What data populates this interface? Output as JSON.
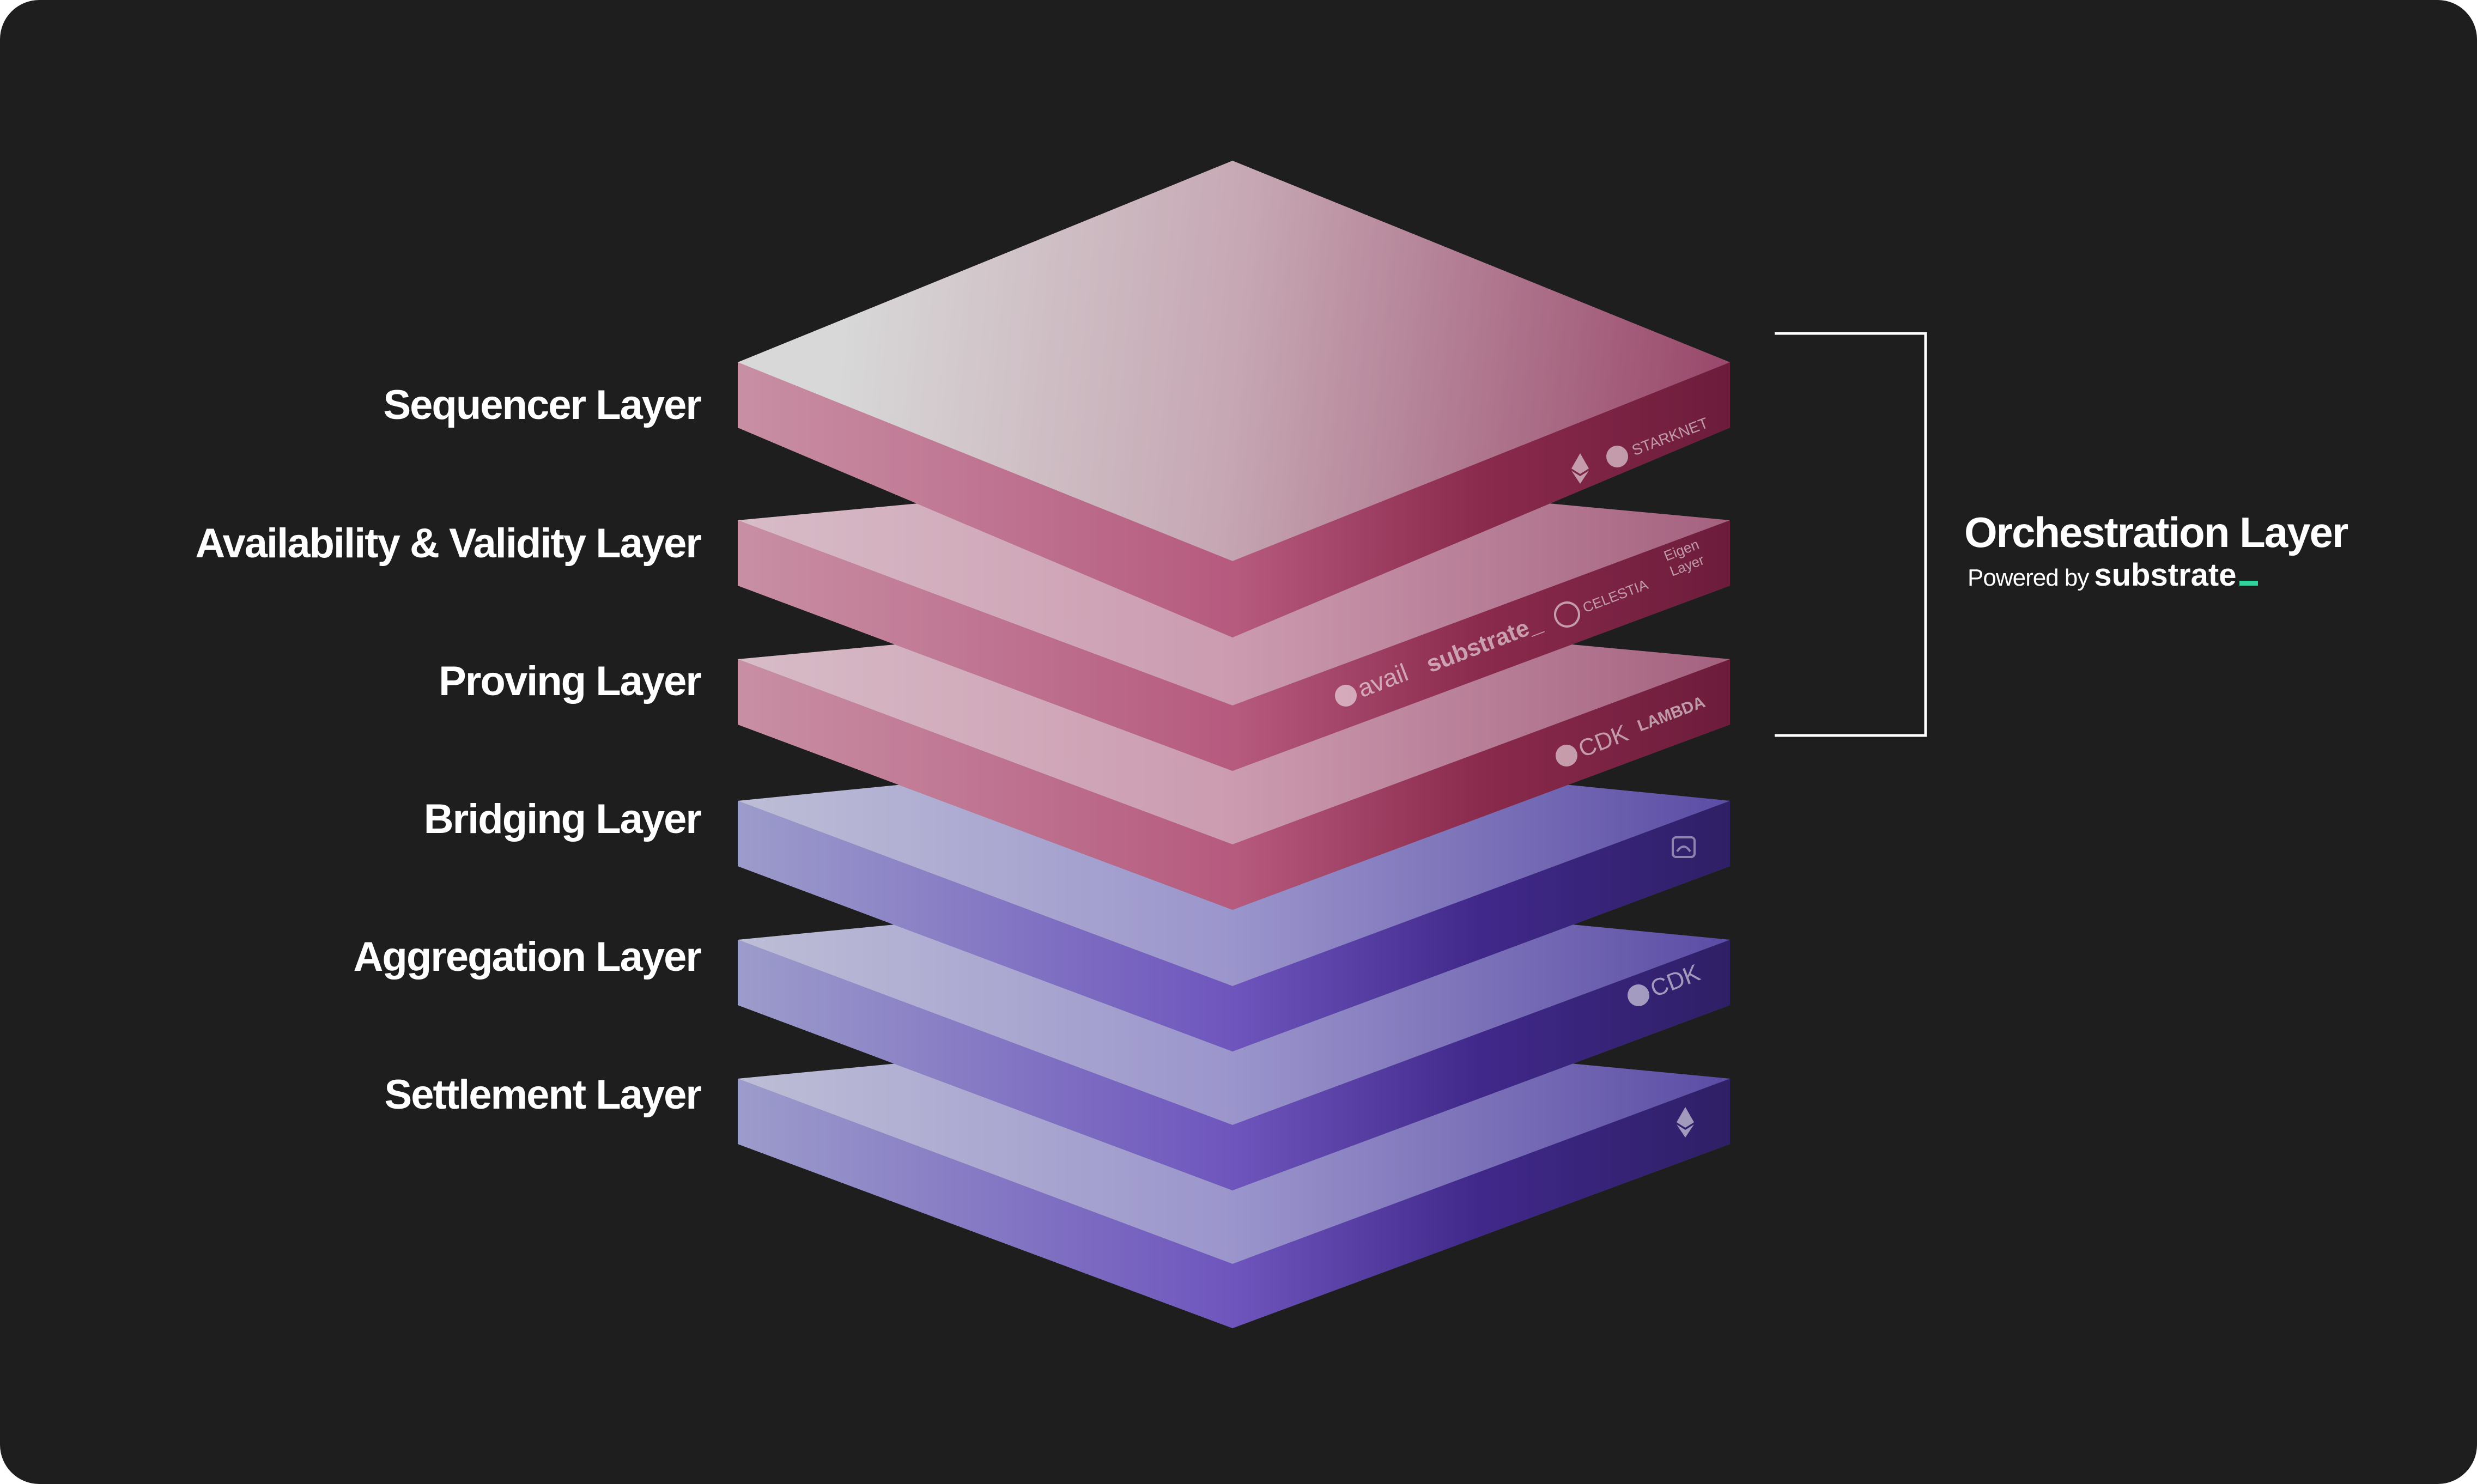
{
  "layers": {
    "sequencer": "Sequencer Layer",
    "availability": "Availability & Validity Layer",
    "proving": "Proving Layer",
    "bridging": "Bridging Layer",
    "aggregation": "Aggregation Layer",
    "settlement": "Settlement Layer"
  },
  "orchestration": {
    "title": "Orchestration Layer",
    "powered_by": "Powered by",
    "brand": "substrate"
  },
  "logos": {
    "starknet": "STARKNET",
    "celestia": "CELESTIA",
    "eigen_line1": "Eigen",
    "eigen_line2": "Layer",
    "avail": "avail",
    "substrate": "substrate_",
    "cdk_top": "CDK",
    "lambda": "LAMBDA",
    "cdk_bottom": "CDK"
  },
  "colors": {
    "background": "#1e1e1e",
    "pink_dark": "#7a2142",
    "pink_light": "#d9d9d9",
    "purple_dark": "#2f1f68",
    "purple_mid": "#6b55c0",
    "accent_green": "#33d19b"
  }
}
